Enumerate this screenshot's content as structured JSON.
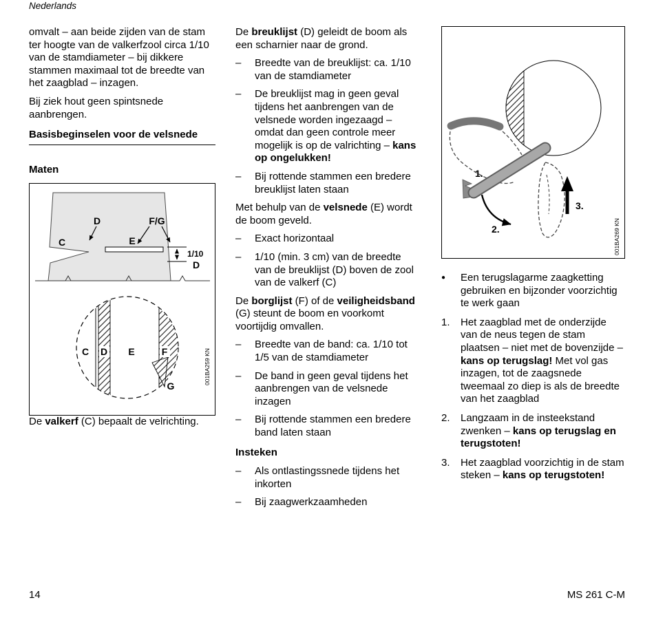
{
  "palette": {
    "text": "#000000",
    "background": "#ffffff",
    "figure_fill": "#e6e6e6"
  },
  "markers": {
    "dash": "–",
    "bullet": "●"
  },
  "header": {
    "language": "Nederlands"
  },
  "footer": {
    "page_number": "14",
    "model": "MS 261 C-M"
  },
  "left": {
    "para1": [
      {
        "t": "omvalt – aan beide zijden van de stam ter hoogte van de valkerfzool circa 1/10 van de stamdiameter – bij dikkere stammen maximaal tot de breedte van het zaagblad – inzagen.",
        "b": false
      }
    ],
    "para2": [
      {
        "t": "Bij ziek hout geen spintsnede aanbrengen.",
        "b": false
      }
    ],
    "heading": "Basisbeginselen voor de velsnede",
    "subheading": "Maten",
    "figure": {
      "credit": "001BA259 KN",
      "labels": {
        "d_top": "D",
        "fg_top": "F/G",
        "c_trunk": "C",
        "e_trunk": "E",
        "tenth": "1/10",
        "d_dim": "D",
        "c_circle": "C",
        "d_circle": "D",
        "e_circle": "E",
        "f_circle": "F",
        "g_circle": "G"
      }
    },
    "caption": [
      {
        "t": "De ",
        "b": false
      },
      {
        "t": "valkerf",
        "b": true
      },
      {
        "t": " (C) bepaalt de velrichting.",
        "b": false
      }
    ]
  },
  "middle": {
    "para_breuklijst": [
      {
        "t": "De ",
        "b": false
      },
      {
        "t": "breuklijst",
        "b": true
      },
      {
        "t": " (D) geleidt de boom als een scharnier naar de grond.",
        "b": false
      }
    ],
    "list_breuklijst": [
      [
        {
          "t": "Breedte van de breuklijst: ca. 1/10 van de stamdiameter",
          "b": false
        }
      ],
      [
        {
          "t": "De breuklijst mag in geen geval tijdens het aanbrengen van de velsnede worden ingezaagd – omdat dan geen controle meer mogelijk is op de valrichting – ",
          "b": false
        },
        {
          "t": "kans op ongelukken!",
          "b": true
        }
      ],
      [
        {
          "t": "Bij rottende stammen een bredere breuklijst laten staan",
          "b": false
        }
      ]
    ],
    "para_velsnede": [
      {
        "t": "Met behulp van de ",
        "b": false
      },
      {
        "t": "velsnede",
        "b": true
      },
      {
        "t": " (E) wordt de boom geveld.",
        "b": false
      }
    ],
    "list_velsnede": [
      [
        {
          "t": "Exact horizontaal",
          "b": false
        }
      ],
      [
        {
          "t": "1/10 (min. 3 cm) van de breedte van de breuklijst (D) boven de zool van de valkerf (C)",
          "b": false
        }
      ]
    ],
    "para_borglijst": [
      {
        "t": "De ",
        "b": false
      },
      {
        "t": "borglijst",
        "b": true
      },
      {
        "t": " (F) of de ",
        "b": false
      },
      {
        "t": "veiligheidsband",
        "b": true
      },
      {
        "t": " (G) steunt de boom en voorkomt voortijdig omvallen.",
        "b": false
      }
    ],
    "list_band": [
      [
        {
          "t": "Breedte van de band: ca. 1/10 tot 1/5 van de stamdiameter",
          "b": false
        }
      ],
      [
        {
          "t": "De band in geen geval tijdens het aanbrengen van de velsnede inzagen",
          "b": false
        }
      ],
      [
        {
          "t": "Bij rottende stammen een bredere band laten staan",
          "b": false
        }
      ]
    ],
    "heading_insteken": "Insteken",
    "list_insteken": [
      [
        {
          "t": "Als ontlastingssnede tijdens het inkorten",
          "b": false
        }
      ],
      [
        {
          "t": "Bij zaagwerkzaamheden",
          "b": false
        }
      ]
    ]
  },
  "right": {
    "figure": {
      "credit": "001BA269 KN",
      "labels": {
        "step1": "1.",
        "step2": "2.",
        "step3": "3."
      }
    },
    "bullet_item": [
      {
        "t": "Een terugslagarme zaagketting gebruiken en bijzonder voorzichtig te werk gaan",
        "b": false
      }
    ],
    "steps": [
      {
        "num": "1.",
        "text": [
          {
            "t": "Het zaagblad met de onderzijde van de neus tegen de stam plaatsen – niet met de bovenzijde – ",
            "b": false
          },
          {
            "t": "kans op terugslag!",
            "b": true
          },
          {
            "t": " Met vol gas inzagen, tot de zaagsnede tweemaal zo diep is als de breedte van het zaagblad",
            "b": false
          }
        ]
      },
      {
        "num": "2.",
        "text": [
          {
            "t": "Langzaam in de insteekstand zwenken – ",
            "b": false
          },
          {
            "t": "kans op terugslag en terugstoten!",
            "b": true
          }
        ]
      },
      {
        "num": "3.",
        "text": [
          {
            "t": "Het zaagblad voorzichtig in de stam steken – ",
            "b": false
          },
          {
            "t": "kans op terugstoten!",
            "b": true
          }
        ]
      }
    ]
  }
}
